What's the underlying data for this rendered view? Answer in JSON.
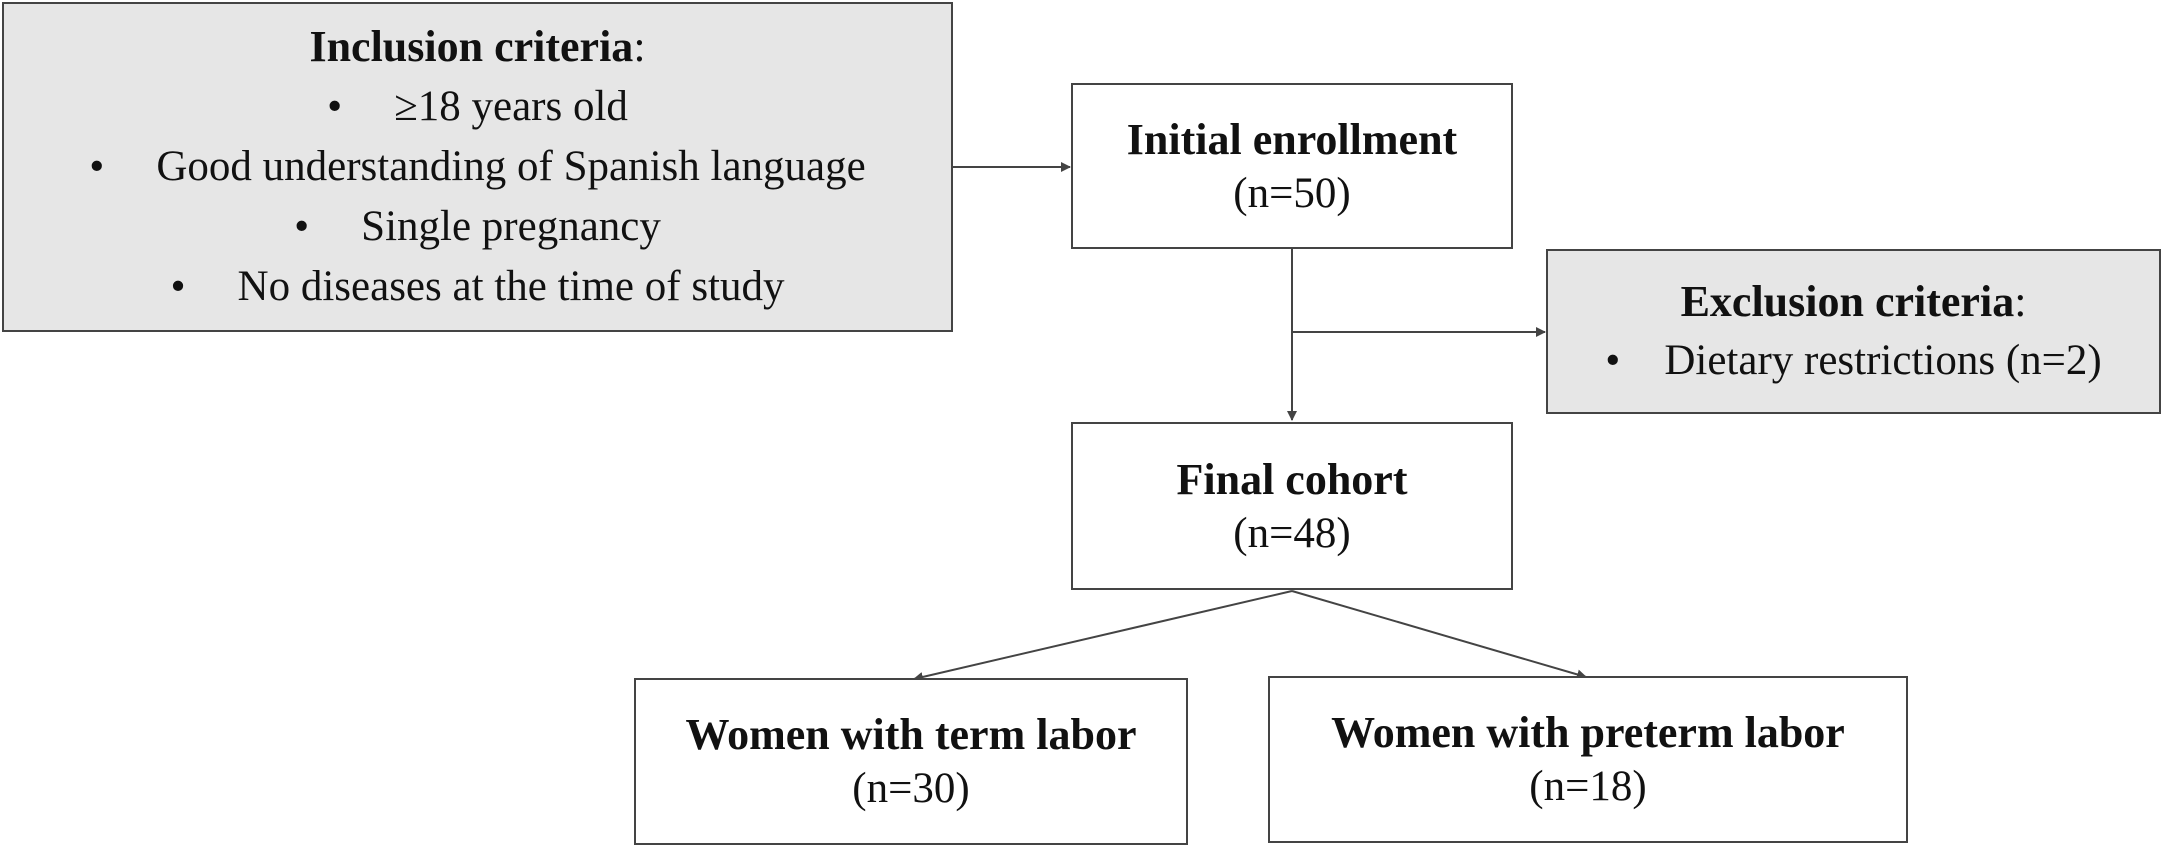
{
  "inclusion": {
    "title": "Inclusion criteria",
    "colon": ":",
    "items": [
      "≥18 years old",
      "Good understanding of Spanish language",
      "Single pregnancy",
      "No diseases at the time of study"
    ]
  },
  "enrollment": {
    "title": "Initial enrollment",
    "count": "(n=50)"
  },
  "exclusion": {
    "title": "Exclusion criteria",
    "colon": ":",
    "items": [
      "Dietary restrictions (n=2)"
    ]
  },
  "final": {
    "title": "Final cohort",
    "count": "(n=48)"
  },
  "term": {
    "title": "Women with term labor",
    "count": "(n=30)"
  },
  "preterm": {
    "title": "Women with preterm labor",
    "count": "(n=18)"
  },
  "colors": {
    "box_fill": "#ffffff",
    "shaded_fill": "#e6e6e6",
    "border": "#444444",
    "text": "#111111"
  },
  "bullet_glyph": "•"
}
